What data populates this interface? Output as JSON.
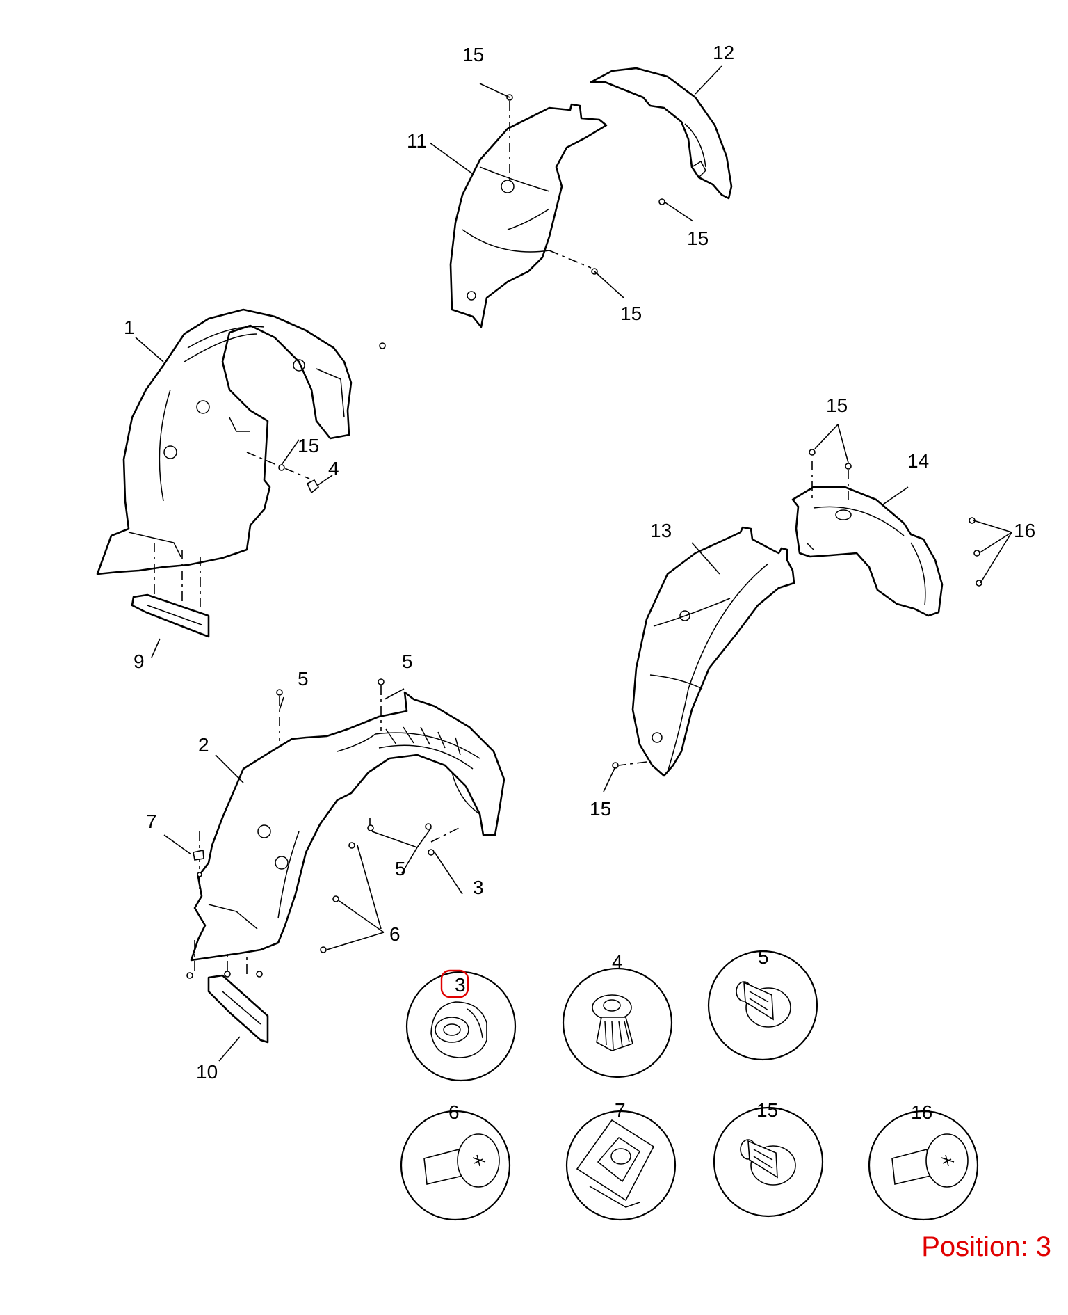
{
  "callouts": {
    "c1": "1",
    "c2": "2",
    "c3a": "3",
    "c4a": "4",
    "c5a": "5",
    "c5b": "5",
    "c5c": "5",
    "c6a": "6",
    "c7a": "7",
    "c9": "9",
    "c10": "10",
    "c11": "11",
    "c12": "12",
    "c13": "13",
    "c14": "14",
    "c15a": "15",
    "c15b": "15",
    "c15c": "15",
    "c15d": "15",
    "c15e": "15",
    "c15f": "15",
    "c16a": "16"
  },
  "details": [
    "3",
    "4",
    "5",
    "6",
    "7",
    "15",
    "16"
  ],
  "highlight": {
    "part": "3",
    "color": "#e00000"
  },
  "position": {
    "text": "Position: 3"
  }
}
